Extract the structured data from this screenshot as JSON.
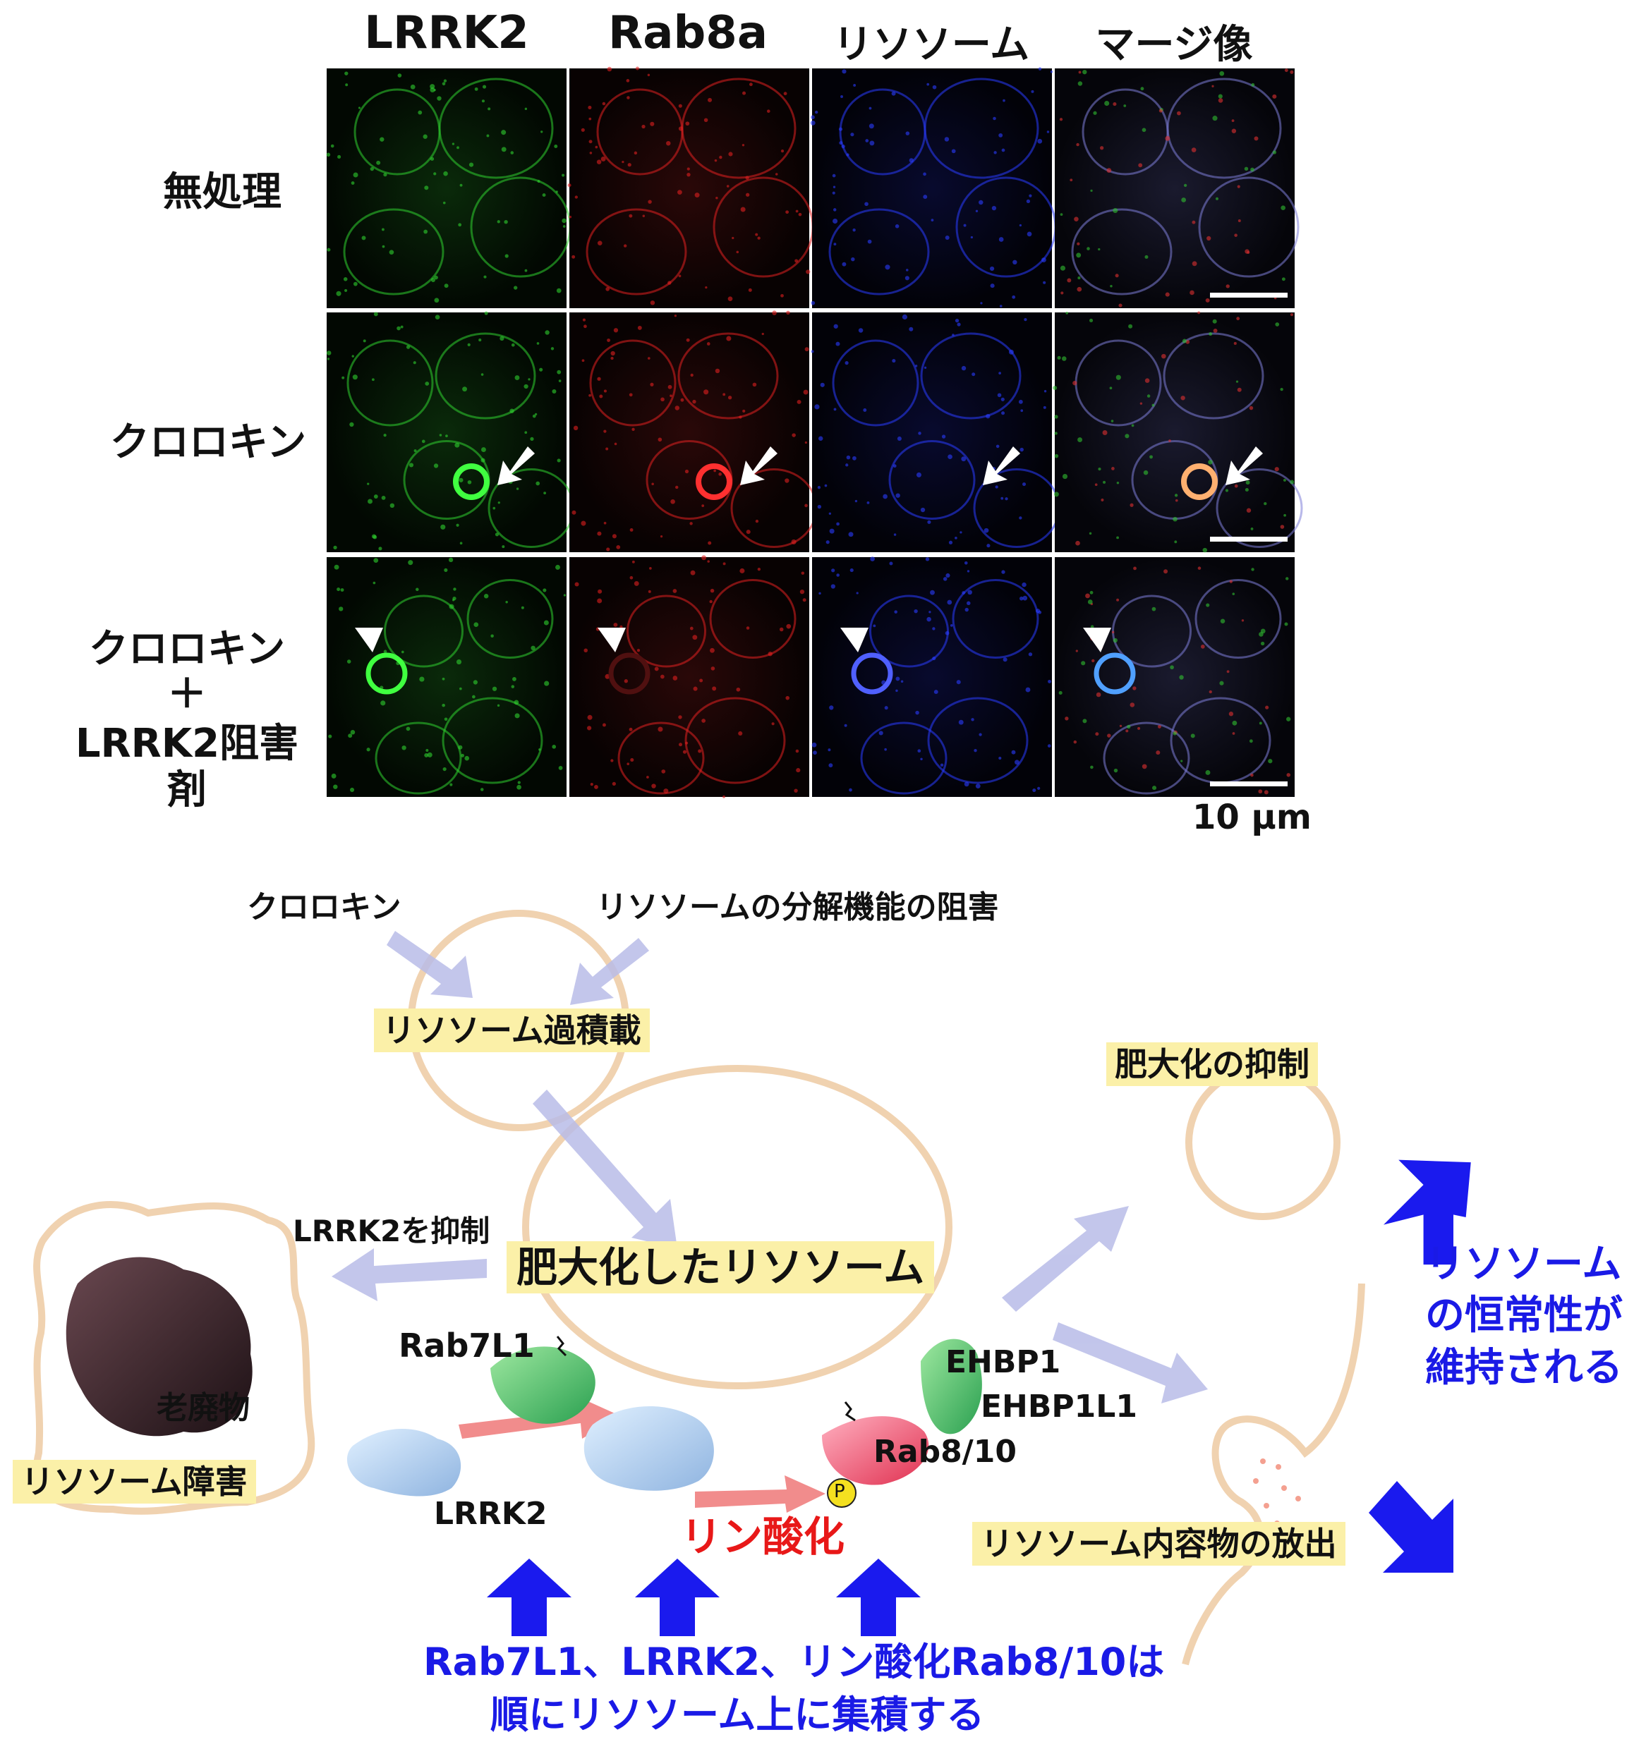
{
  "micrograph": {
    "columns": [
      "LRRK2",
      "Rab8a",
      "リソソーム",
      "マージ像"
    ],
    "rows": [
      "無処理",
      "クロロキン",
      "クロロキン",
      "＋",
      "LRRK2阻害剤"
    ],
    "scale_label": "10 μm",
    "channel_colors": {
      "lrrk2": "#2fd02f",
      "rab8a": "#e02020",
      "lysosome": "#2a3cff",
      "merge": "#8a8ad0"
    }
  },
  "diagram": {
    "chloroquine": "クロロキン",
    "inhibit_degradation": "リソソームの分解機能の阻害",
    "overload": "リソソーム過積載",
    "suppress_lrrk2": "LRRK2を抑制",
    "enlarged_lysosome": "肥大化したリソソーム",
    "rab7l1": "Rab7L1",
    "waste": "老廃物",
    "lysosome_disorder": "リソソーム障害",
    "lrrk2": "LRRK2",
    "phosphorylation": "リン酸化",
    "ehbp1": "EHBP1",
    "ehbp1l1": "EHBP1L1",
    "p": "P",
    "rab8_10": "Rab8/10",
    "suppress_enlarge": "肥大化の抑制",
    "release_contents": "リソソーム内容物の放出",
    "homeostasis_1": "リソソーム",
    "homeostasis_2": "の恒常性が",
    "homeostasis_3": "維持される",
    "bottom_1": "Rab7L1、LRRK2、リン酸化Rab8/10は",
    "bottom_2": "順にリソソーム上に集積する"
  }
}
